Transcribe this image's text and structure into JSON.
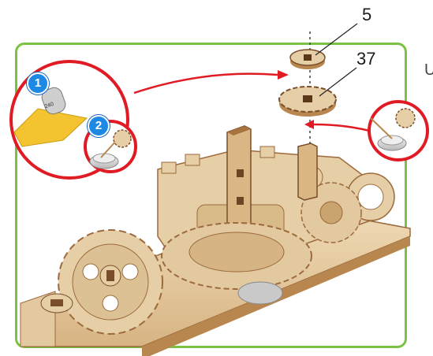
{
  "callouts": {
    "part_a": "5",
    "part_b": "37"
  },
  "edge_text": "U",
  "steps": {
    "step_1": "1",
    "step_2": "2"
  },
  "sandpaper_grit": "240",
  "colors": {
    "frame": "#7cc242",
    "callout_circle": "#e01b24",
    "step_badge": "#1e88e5",
    "wood": "#e3c9a0",
    "wood_edge": "#9c6a3c",
    "sandpaper": "#f4c430"
  }
}
